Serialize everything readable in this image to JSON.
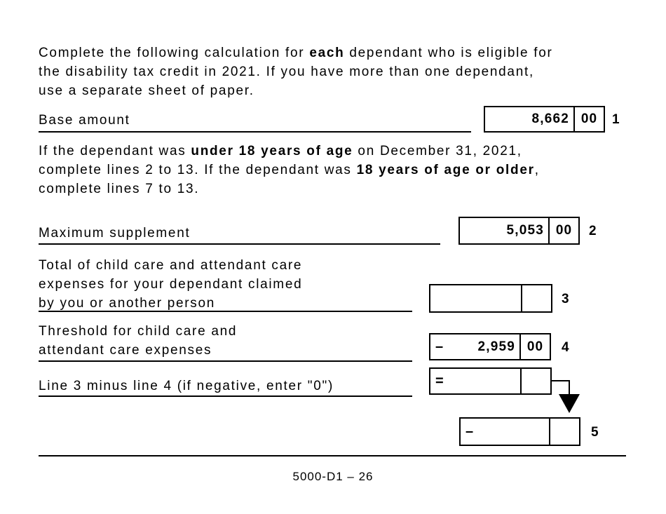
{
  "colors": {
    "ink": "#000000",
    "paper": "#ffffff"
  },
  "intro": {
    "line1_pre": "Complete the following calculation for ",
    "line1_bold": "each",
    "line1_post": " dependant who is eligible for",
    "line2": "the disability tax credit in 2021. If you have more than one dependant,",
    "line3": "use a separate sheet of paper."
  },
  "note": {
    "line1_pre": "If the dependant was ",
    "line1_bold": "under 18 years of age",
    "line1_post": " on December 31, 2021,",
    "line2_pre": "complete lines 2 to 13. If the dependant was ",
    "line2_bold": "18 years of age or older",
    "line2_post": ",",
    "line3": "complete lines 7 to 13."
  },
  "rows": {
    "base_amount": {
      "label": "Base amount",
      "dollars": "8,662",
      "cents": "00",
      "line_no": "1"
    },
    "max_supplement": {
      "label": "Maximum supplement",
      "dollars": "5,053",
      "cents": "00",
      "line_no": "2"
    },
    "child_care": {
      "label_line1": "Total of child care and attendant care",
      "label_line2": "expenses for your dependant claimed",
      "label_line3": "by you or another person",
      "dollars": "",
      "cents": "",
      "line_no": "3"
    },
    "threshold": {
      "label_line1": "Threshold for child care and",
      "label_line2": "attendant care expenses",
      "operator": "–",
      "dollars": "2,959",
      "cents": "00",
      "line_no": "4"
    },
    "difference": {
      "label": "Line 3 minus line 4 (if negative, enter \"0\")",
      "operator": "=",
      "dollars": "",
      "cents": ""
    },
    "result": {
      "operator": "–",
      "dollars": "",
      "cents": "",
      "line_no": "5"
    }
  },
  "footer": {
    "page_id": "5000-D1 – 26"
  }
}
